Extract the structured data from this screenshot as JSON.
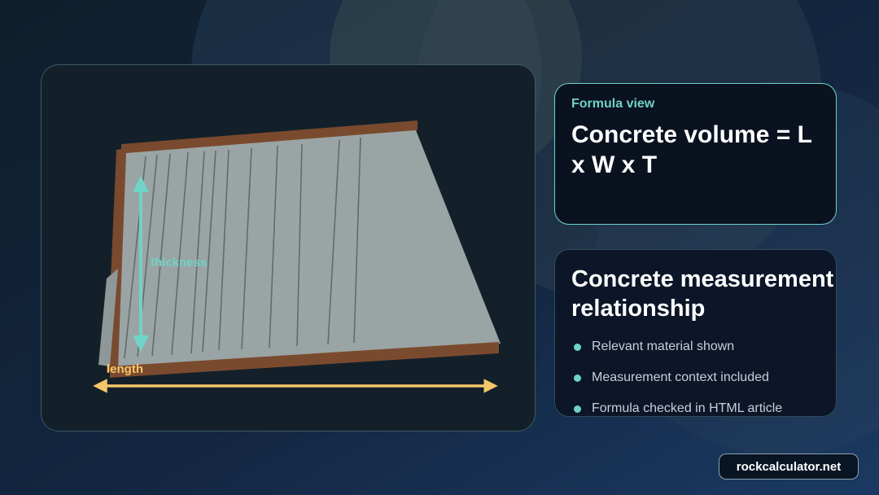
{
  "illustration": {
    "thickness_label": "thickness",
    "length_label": "length"
  },
  "formula_card": {
    "kicker": "Formula view",
    "formula": "Concrete volume = L x W x T"
  },
  "info_card": {
    "title_line1": "Concrete measurement",
    "title_line2": "relationship",
    "bullets": [
      "Relevant material shown",
      "Measurement context included",
      "Formula checked in HTML article"
    ]
  },
  "badge": "rockcalculator.net",
  "colors": {
    "accent_teal": "#6fd3c6",
    "length_yellow": "#f6c66a",
    "form_brown": "#7a4a2f",
    "concrete_gray": "#9aa4a4"
  }
}
